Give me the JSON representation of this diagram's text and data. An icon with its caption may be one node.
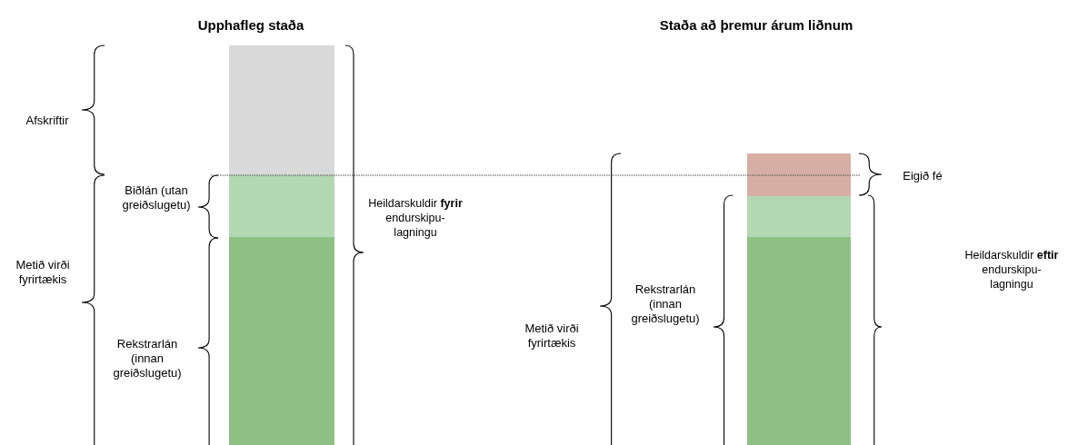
{
  "diagram": {
    "labels": [
      "Upphafleg staða",
      "Staða að þremur árum liðnum",
      "Afskriftir",
      "Biðlán (utan greiðslugetu)",
      "Heildarskuldir **fyrir** endurskipu-lagningu",
      "Metið virði fyrirtækis",
      "Rekstrarlán (innan greiðslugetu)",
      "Eigið fé",
      "Metið virði fyrirtækis",
      "Rekstrarlán (innan greiðslugetu)",
      "Heildarskuldir **eftir** endurskipu-lagningu"
    ]
  }
}
